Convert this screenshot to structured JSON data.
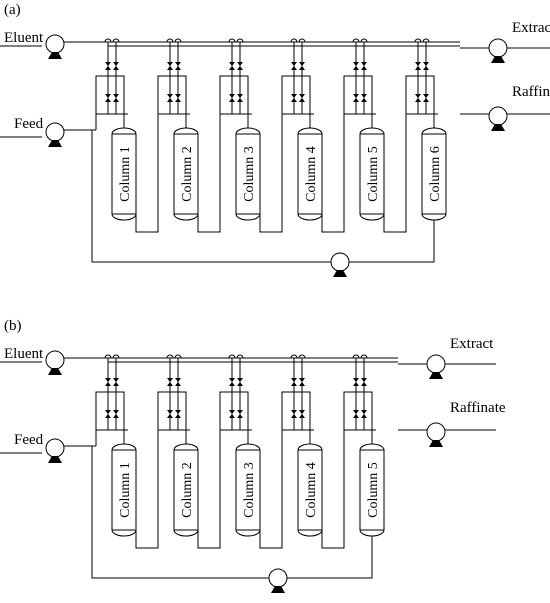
{
  "colors": {
    "ink": "#000000",
    "background": "#ffffff"
  },
  "panels": [
    {
      "tag": "(a)",
      "eluent_label": "Eluent",
      "feed_label": "Feed",
      "extract_label": "Extract",
      "raffinate_label": "Raffinate",
      "columns": [
        "Column 1",
        "Column 2",
        "Column 3",
        "Column 4",
        "Column 5",
        "Column 6"
      ]
    },
    {
      "tag": "(b)",
      "eluent_label": "Eluent",
      "feed_label": "Feed",
      "extract_label": "Extract",
      "raffinate_label": "Raffinate",
      "columns": [
        "Column 1",
        "Column 2",
        "Column 3",
        "Column 4",
        "Column 5"
      ]
    }
  ],
  "icons": [
    "pump-icon",
    "valve-icon",
    "column-vessel-icon"
  ]
}
